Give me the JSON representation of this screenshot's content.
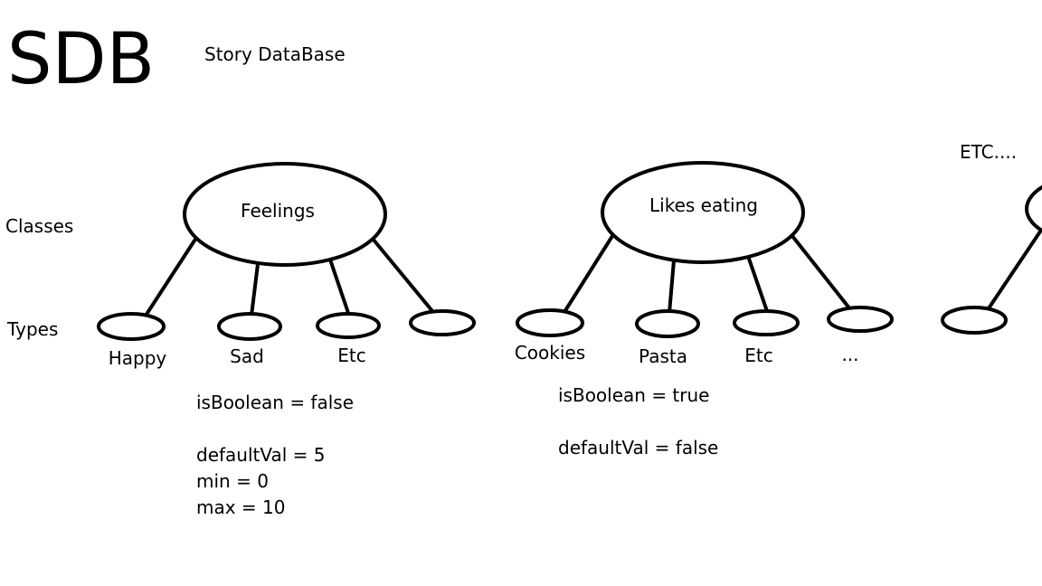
{
  "header": {
    "title": "SDB",
    "subtitle": "Story DataBase"
  },
  "row_labels": {
    "classes": "Classes",
    "types": "Types"
  },
  "etc_label": "ETC....",
  "classes": [
    {
      "name": "Feelings",
      "types": [
        "Happy",
        "Sad",
        "Etc",
        ""
      ],
      "properties": [
        "isBoolean = false",
        "defaultVal = 5",
        "min = 0",
        "max = 10"
      ]
    },
    {
      "name": "Likes eating",
      "types": [
        "Cookies",
        "Pasta",
        "Etc",
        "..."
      ],
      "properties": [
        "isBoolean = true",
        "defaultVal = false"
      ]
    }
  ]
}
